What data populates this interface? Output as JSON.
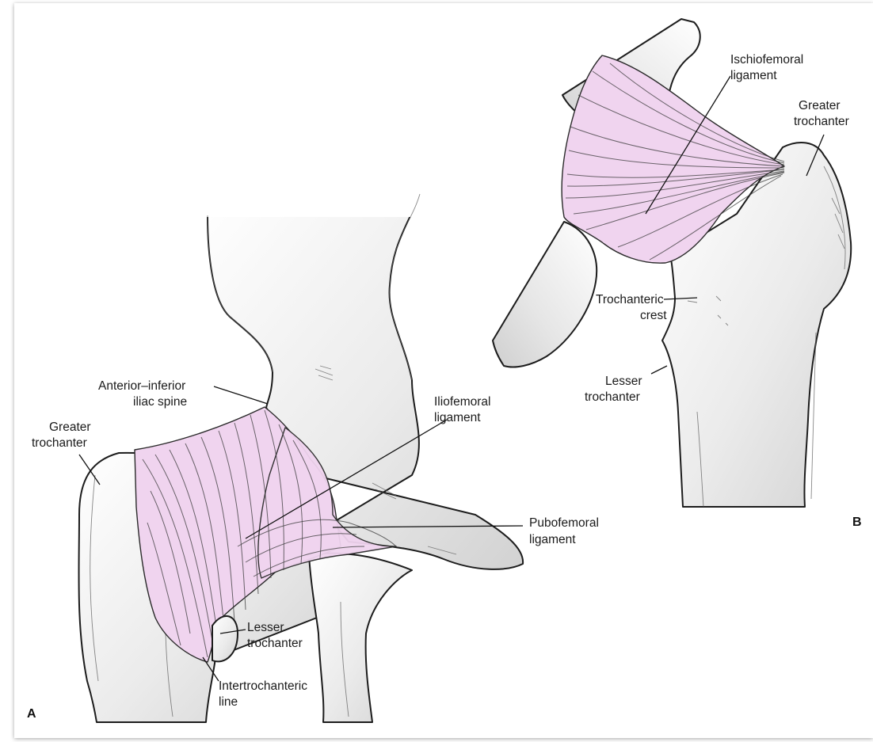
{
  "panel_b_letter": "B",
  "panel_a_letter": "A",
  "labels": {
    "anterior_inferior_iliac_spine": [
      "Anterior–inferior",
      "iliac spine"
    ],
    "greater_trochanter_a": [
      "Greater",
      "trochanter"
    ],
    "iliofemoral_ligament": [
      "Iliofemoral",
      "ligament"
    ],
    "pubofemoral_ligament": [
      "Pubofemoral",
      "ligament"
    ],
    "lesser_trochanter_a": [
      "Lesser",
      "trochanter"
    ],
    "intertrochanteric_line": [
      "Intertrochanteric",
      "line"
    ],
    "ischiofemoral_ligament": [
      "Ischiofemoral",
      "ligament"
    ],
    "greater_trochanter_b": [
      "Greater",
      "trochanter"
    ],
    "trochanteric_crest": [
      "Trochanteric",
      "crest"
    ],
    "lesser_trochanter_b": [
      "Lesser",
      "trochanter"
    ]
  },
  "colors": {
    "ligament": "#f0d4ef",
    "bone_light": "#ffffff",
    "bone_shade": "#d8d8d8",
    "outline": "#1c1c1c"
  }
}
